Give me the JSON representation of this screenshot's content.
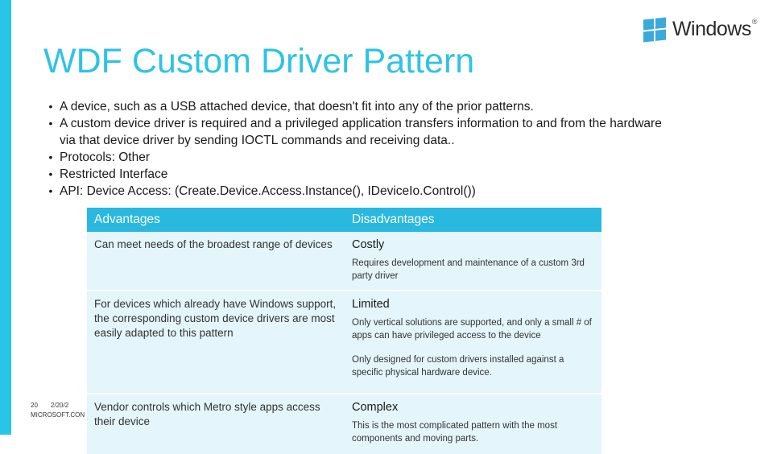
{
  "brand": {
    "windows_word": "Windows",
    "trademark": "®"
  },
  "slide": {
    "title": "WDF Custom Driver Pattern",
    "bullets": [
      "A device, such as a USB attached device, that doesn't fit into any of the prior patterns.",
      "A custom device driver is required and a privileged application transfers information to and from the hardware via that device driver by sending IOCTL commands and receiving data..",
      "Protocols: Other",
      "Restricted Interface",
      "API: Device Access: (Create.Device.Access.Instance(), IDeviceIo.Control())"
    ],
    "bullet_marker": "•"
  },
  "table": {
    "headers": [
      "Advantages",
      "Disadvantages"
    ],
    "rows": [
      {
        "advantage": "Can meet needs of the broadest range of devices",
        "disadvantage_title": "Costly",
        "disadvantage_body": [
          "Requires development and maintenance of a custom 3rd party driver"
        ]
      },
      {
        "advantage": "For devices which already have Windows support, the corresponding custom device drivers are most easily adapted to this pattern",
        "disadvantage_title": "Limited",
        "disadvantage_body": [
          "Only vertical solutions are supported, and only a small # of apps can have privileged access to the device",
          "Only designed for custom drivers installed against a specific physical hardware device."
        ]
      },
      {
        "advantage": "Vendor controls which Metro style apps access their device",
        "disadvantage_title": "Complex",
        "disadvantage_body": [
          "This is the most complicated pattern with the most components and moving parts."
        ]
      }
    ]
  },
  "footer": {
    "slide_number": "20",
    "date": "2/20/2",
    "company": "MICROSOFT.CON"
  },
  "colors": {
    "accent": "#29c5e8",
    "title": "#2fc3e3",
    "header_bg": "#29b8e0",
    "cell_bg": "#e4f5fb"
  }
}
